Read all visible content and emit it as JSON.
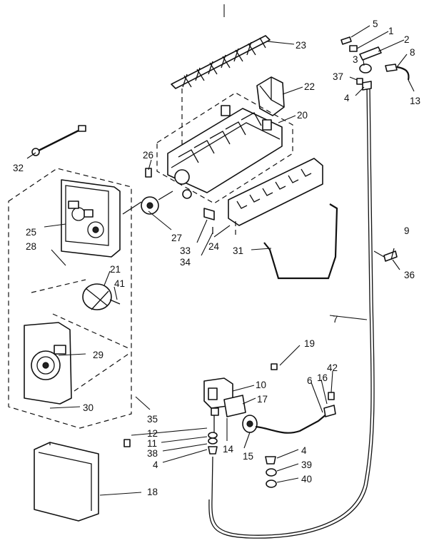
{
  "callouts": {
    "c1": "1",
    "c2": "2",
    "c3": "3",
    "c4a": "4",
    "c4b": "4",
    "c4c": "4",
    "c5": "5",
    "c6": "6",
    "c7": "7",
    "c8": "8",
    "c9": "9",
    "c10": "10",
    "c11": "11",
    "c12": "12",
    "c13": "13",
    "c14": "14",
    "c15": "15",
    "c16": "16",
    "c17": "17",
    "c18": "18",
    "c19": "19",
    "c20": "20",
    "c21": "21",
    "c22": "22",
    "c23": "23",
    "c24": "24",
    "c25": "25",
    "c26": "26",
    "c27": "27",
    "c28": "28",
    "c29": "29",
    "c30": "30",
    "c31": "31",
    "c32": "32",
    "c33": "33",
    "c34": "34",
    "c35": "35",
    "c36": "36",
    "c37": "37",
    "c38": "38",
    "c39": "39",
    "c40": "40",
    "c41": "41",
    "c42": "42"
  },
  "colors": {
    "ink": "#111111",
    "paper": "#ffffff"
  }
}
